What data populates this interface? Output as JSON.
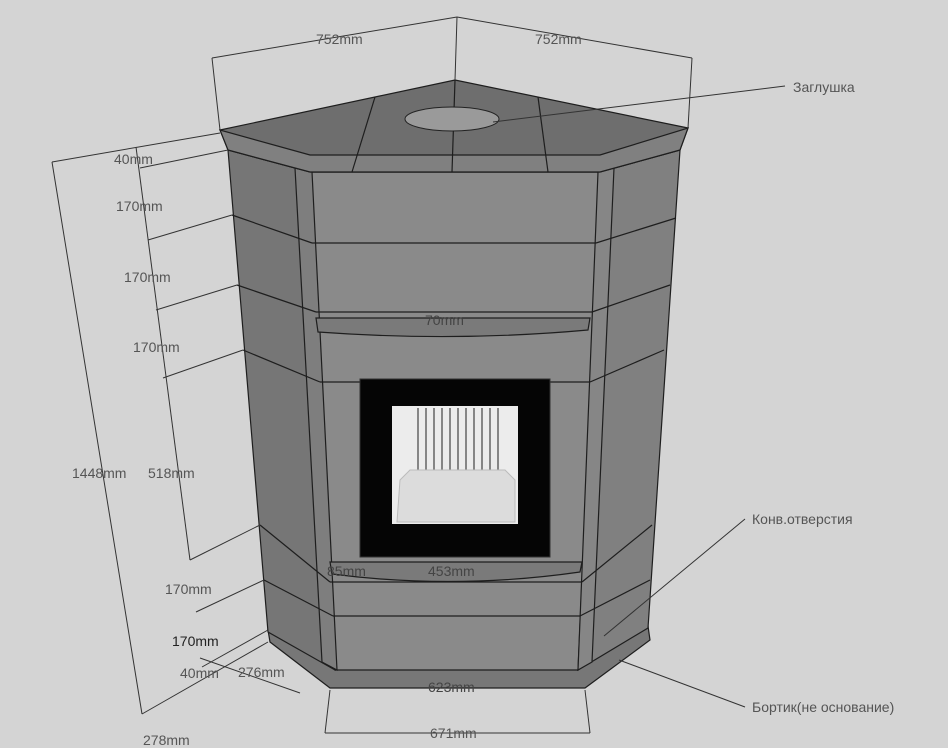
{
  "annotations": {
    "top_left_width": "752mm",
    "top_right_width": "752mm",
    "plug": "Заглушка",
    "convection_holes": "Конв.отверстия",
    "rim": "Бортик(не основание)"
  },
  "dimensions": {
    "top_slab": "40mm",
    "row1": "170mm",
    "row2": "170mm",
    "row3": "170mm",
    "total_height": "1448mm",
    "firebox_zone": "518mm",
    "row4": "170mm",
    "row5": "170mm",
    "bottom_slab": "40mm",
    "side_depth": "276mm",
    "base_side": "278mm",
    "shelf_depth": "70mm",
    "side_jamb": "85mm",
    "firebox_width": "453mm",
    "front_width": "623mm",
    "base_front": "671mm"
  },
  "colors": {
    "background": "#d4d4d4",
    "top": "#6e6e6e",
    "front": "#8a8a8a",
    "side_left": "#767676",
    "side_right": "#808080",
    "glass": "#ececec"
  }
}
